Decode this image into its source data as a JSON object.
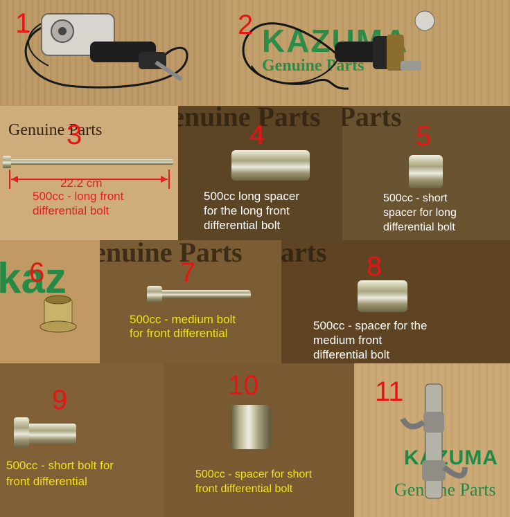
{
  "tiles": [
    {
      "num": "1",
      "caption": [],
      "caption_color": "",
      "background": "#b99764"
    },
    {
      "num": "2",
      "caption": [],
      "caption_color": "",
      "background": "#bf9c69",
      "logo": {
        "brand": "KAZUMA",
        "tagline": "Genuine Parts"
      }
    },
    {
      "num": "3",
      "caption": [
        "500cc - long front",
        "differential bolt"
      ],
      "caption_color": "#e02020",
      "background": "#ceac7b",
      "measurement": "22.2 cm",
      "logo": {
        "tagline": "Genuine Parts"
      }
    },
    {
      "num": "4",
      "caption": [
        "500cc   long spacer",
        "for the long front",
        "differential bolt"
      ],
      "caption_color": "#ffffff",
      "background": "#5c4524"
    },
    {
      "num": "5",
      "caption": [
        "500cc - short",
        "spacer for long",
        "differential bolt"
      ],
      "caption_color": "#ffffff",
      "background": "#6a5330"
    },
    {
      "num": "6",
      "caption": [],
      "caption_color": "",
      "background": "#c09a62",
      "logo": {
        "brand": "kaz"
      }
    },
    {
      "num": "7",
      "caption": [
        "500cc - medium bolt",
        "for front differential"
      ],
      "caption_color": "#f2e21a",
      "background": "#7a5c35"
    },
    {
      "num": "8",
      "caption": [
        "500cc - spacer for the",
        "medium front",
        "differential bolt"
      ],
      "caption_color": "#ffffff",
      "background": "#5f4424"
    },
    {
      "num": "9",
      "caption": [
        "500cc - short bolt for",
        "front differential"
      ],
      "caption_color": "#f2e21a",
      "background": "#815f37"
    },
    {
      "num": "10",
      "caption": [
        "500cc - spacer for short",
        "front differential bolt"
      ],
      "caption_color": "#f2e21a",
      "background": "#7a5a33"
    },
    {
      "num": "11",
      "caption": [],
      "caption_color": "",
      "background": "#c9a774",
      "logo": {
        "brand": "KAZUMA",
        "tagline": "Genuine Parts"
      }
    }
  ],
  "background_text": "Genuine Parts"
}
